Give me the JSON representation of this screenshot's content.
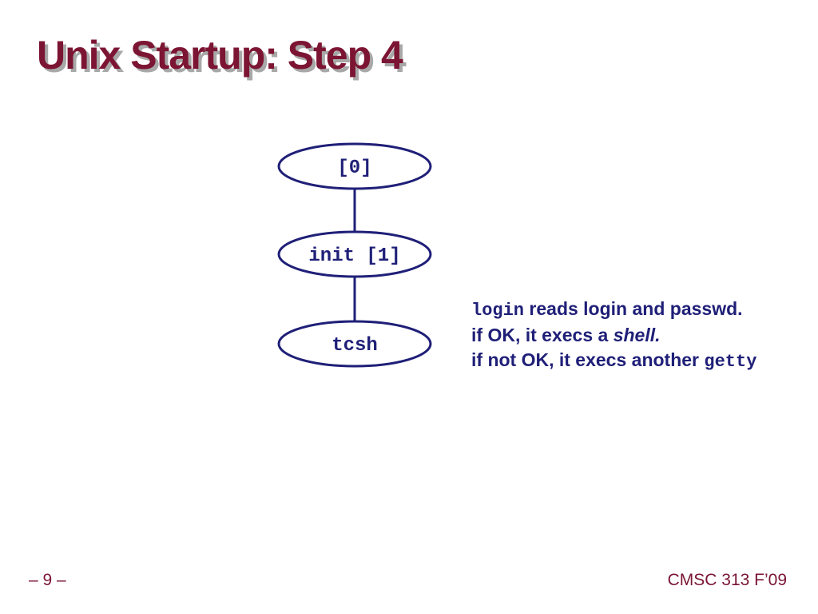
{
  "colors": {
    "title": "#7C1533",
    "title_shadow": "#A8A8A8",
    "navy": "#1F1F78",
    "footer": "#7A1535"
  },
  "slide": {
    "title": "Unix Startup: Step 4"
  },
  "diagram": {
    "nodes": [
      {
        "label": "[0]"
      },
      {
        "label": "init [1]"
      },
      {
        "label": "tcsh"
      }
    ]
  },
  "annotation": {
    "line1_code": "login",
    "line1_rest": " reads login and passwd.",
    "line2_pre": "if OK, it execs a ",
    "line2_italic": "shell.",
    "line3_pre": "if not OK, it execs another ",
    "line3_code": "getty"
  },
  "footer": {
    "page": "– 9 –",
    "course": "CMSC 313 F’09"
  }
}
